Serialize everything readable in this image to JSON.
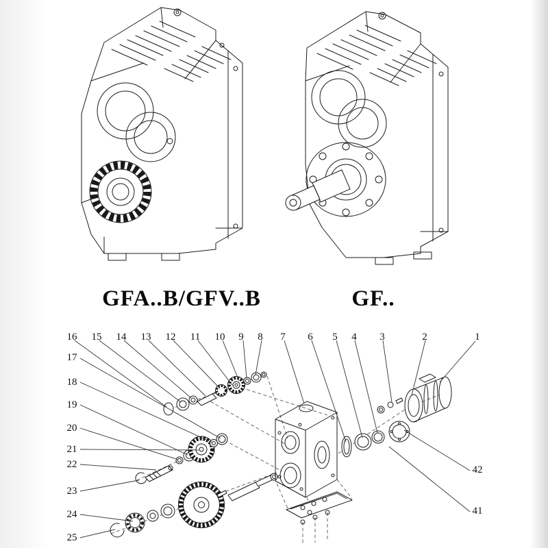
{
  "models": {
    "left_label": "GFA..B/GFV..B",
    "right_label": "GF.."
  },
  "exploded": {
    "callouts_top": [
      "16",
      "15",
      "14",
      "13",
      "12",
      "11",
      "10",
      "9",
      "8",
      "7",
      "6",
      "5",
      "4",
      "3",
      "2",
      "1"
    ],
    "callouts_left": [
      "17",
      "18",
      "19",
      "20",
      "21",
      "22",
      "23",
      "24",
      "25"
    ],
    "callouts_right": [
      "42",
      "41"
    ]
  },
  "colors": {
    "line": "#1a1a1a",
    "dashed_line": "#555555",
    "text": "#111111",
    "background": "#ffffff"
  }
}
